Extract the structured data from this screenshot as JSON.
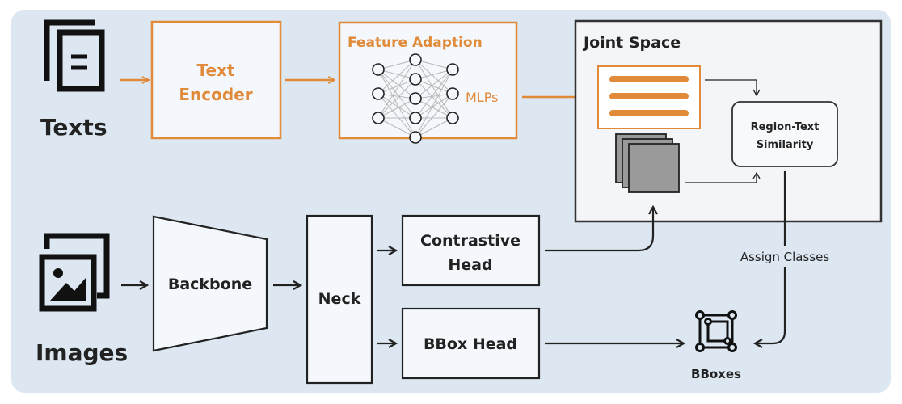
{
  "labels": {
    "texts": "Texts",
    "images": "Images",
    "text_encoder_line1": "Text",
    "text_encoder_line2": "Encoder",
    "feature_adaption": "Feature Adaption",
    "mlps": "MLPs",
    "joint_space": "Joint Space",
    "region_text_line1": "Region-Text",
    "region_text_line2": "Similarity",
    "backbone": "Backbone",
    "neck": "Neck",
    "contrastive_line1": "Contrastive",
    "contrastive_line2": "Head",
    "bbox_head": "BBox Head",
    "assign_classes": "Assign Classes",
    "bboxes": "BBoxes"
  },
  "colors": {
    "panel_bg": "#dce7f1",
    "orange": "#e08a3a",
    "box_fill": "#f4f7fb",
    "joint_fill": "#f3f5f8",
    "dark": "#222222",
    "gray_square": "#9a9a9a"
  }
}
